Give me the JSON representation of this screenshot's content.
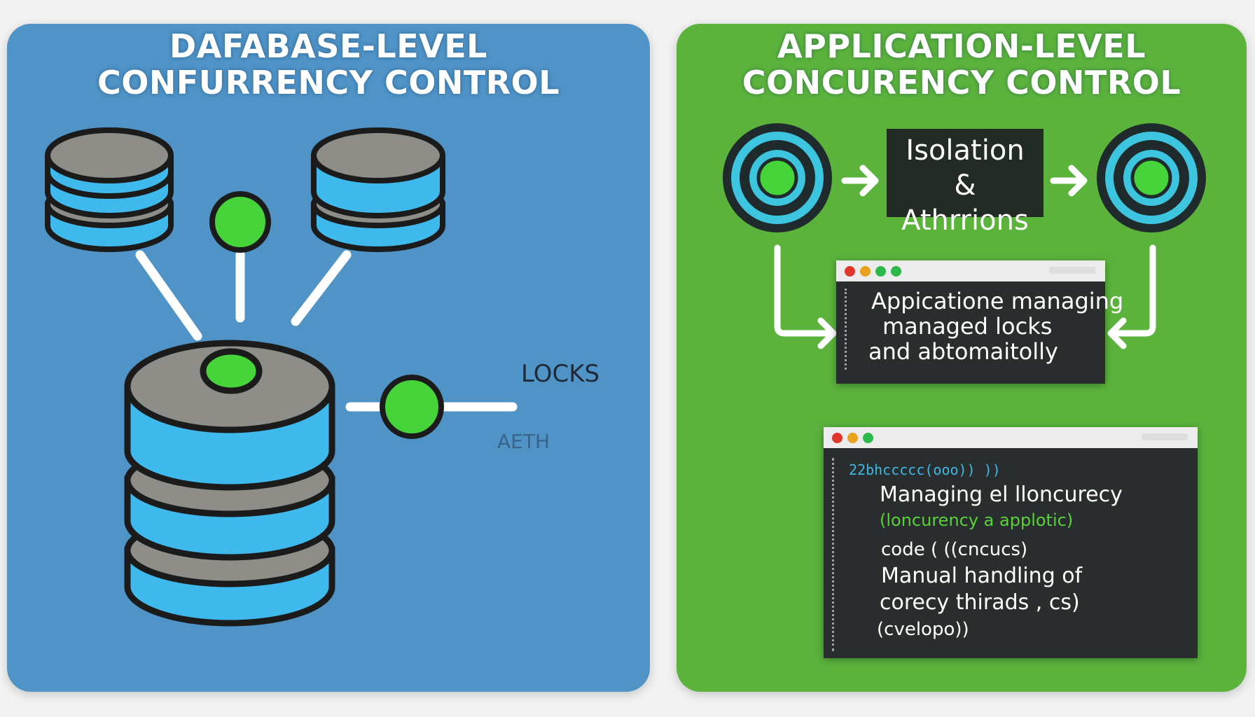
{
  "left_panel": {
    "title_line1": "DAFABASE-LEVEL",
    "title_line2": "CONFURRENCY CONTROL",
    "label_locks": "LOCKS",
    "label_aeth": "AETH",
    "colors": {
      "background": "#4f93c7",
      "db_stripe": "#3fb9ec",
      "db_top": "#8f8d88",
      "node": "#47d33a"
    }
  },
  "right_panel": {
    "title_line1": "APPLICATION-LEVEL",
    "title_line2": "CONCURENCY CONTROL",
    "iso_box_line1": "Isolation",
    "iso_box_line2": "& Athrrions",
    "window1": {
      "line1": "Appicatione managing",
      "line2": "managed  locks",
      "line3": "and abtomaitolly"
    },
    "window2": {
      "line1": "22bhccccc(ooo)) ))",
      "line2": "Managing el lloncurecy",
      "line3": "(loncurency a applotic)",
      "line4": "code ( ((cncucs)",
      "line5": "Manual handling of",
      "line6": "corecy thirads , cs)",
      "line7": "(cvelopo))"
    },
    "colors": {
      "background": "#5bb33c",
      "ring": "#3dc4df",
      "node": "#47d33a",
      "window_body": "#2a2d2e"
    }
  }
}
